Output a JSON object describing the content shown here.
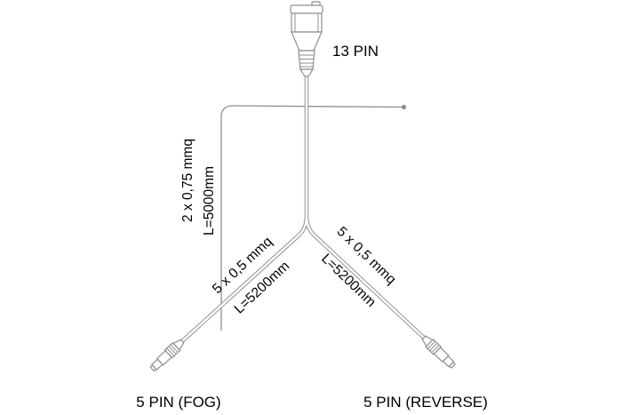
{
  "diagram": {
    "type": "wiring-harness-diagram",
    "labels": {
      "connector_top": "13 PIN",
      "connector_left": "5 PIN (FOG)",
      "connector_right": "5 PIN (REVERSE)",
      "thin_wire_spec": "2 x 0,75 mmq",
      "thin_wire_length": "L=5000mm",
      "branch_left_spec": "5 x 0,5 mmq",
      "branch_left_length": "L=5200mm",
      "branch_right_spec": "5 x 0,5 mmq",
      "branch_right_length": "L=5200mm"
    },
    "colors": {
      "line_art": "#8f8f8f",
      "cable_outline": "#9b9b9b",
      "text": "#000000",
      "background": "#ffffff"
    }
  }
}
